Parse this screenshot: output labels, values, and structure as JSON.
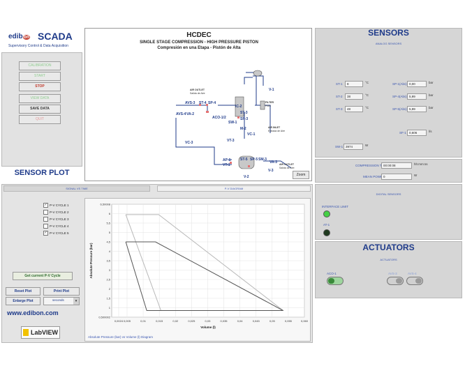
{
  "branding": {
    "logo_prefix": "edib",
    "logo_on": "on",
    "logo_scada": "SCADA",
    "subtitle": "Supervisory Control & Data Acquisition",
    "web": "www.edibon.com",
    "labview": "LabVIEW"
  },
  "controls": {
    "calibration": "CALIBRATION",
    "start": "START",
    "stop": "STOP",
    "view_data": "VIEW DATA",
    "save_data": "SAVE DATA",
    "quit": "QUIT"
  },
  "diagram": {
    "title": "HCDEC",
    "subtitle1": "SINGLE STAGE COMPRESSION - HIGH PRESSURE PISTON",
    "subtitle2": "Compresión en una Etapa - Pistón de Alta",
    "zoom": "Zoom",
    "tags": {
      "avs3": "AVS-3",
      "avs4": "AVS-4",
      "va2": "VA-2",
      "st4": "ST-4",
      "sp4": "SP-4",
      "air_outlet": "AIR OUTLET",
      "air_outlet_es": "Salida de Aire",
      "aco": "ACO-1/2",
      "ic2": "IC-2",
      "st3": "ST-3",
      "sp3": "SP-3",
      "sw1": "SW-1",
      "m2": "M-2",
      "vt3": "VT-3",
      "vc1": "VC-1",
      "vc3": "VC-3",
      "filter": "FILTER",
      "filter_es": "Filtro",
      "air_inlet": "AIR INLET",
      "air_inlet_es": "Entrada de Aire",
      "v1": "V-1",
      "ap1": "AP-1",
      "vt1": "VT-1",
      "st5": "ST-5",
      "sp5": "SP-5",
      "sm3": "SM-3",
      "va3": "VA-3",
      "v3": "V-3",
      "v2": "V-2",
      "air_outlet2": "AIR OUTLET",
      "air_outlet2_es": "Salida de Aire"
    }
  },
  "sensors": {
    "title": "SENSORS",
    "analog": "ANALOG SENSORS",
    "st1": {
      "label": "ST-1",
      "value": "8",
      "unit": "°C"
    },
    "st2": {
      "label": "ST-2",
      "value": "38",
      "unit": "°C"
    },
    "st3": {
      "label": "ST-3",
      "value": "48",
      "unit": "°C"
    },
    "sp1": {
      "label": "SP-1(Abs)",
      "value": "0,00",
      "unit": "bar"
    },
    "sp4": {
      "label": "SP-4(Abs)",
      "value": "5,99",
      "unit": "bar"
    },
    "sp5": {
      "label": "SP-5(Abs)",
      "value": "5,99",
      "unit": "bar"
    },
    "sf1": {
      "label": "SF-1",
      "value": "0,606",
      "unit": "l/s"
    },
    "sw1": {
      "label": "SW-1",
      "value": "3974",
      "unit": "W"
    },
    "comp_time": {
      "label": "COMPRESSION TIME",
      "value": "00:00:08",
      "unit": "hh:mm:ss"
    },
    "mean_power": {
      "label": "MEAN POWER",
      "value": "0",
      "unit": "W"
    },
    "digital": "DIGITAL SENSORS",
    "interface": "INTERFACE LIMIT",
    "at1": "AT-1"
  },
  "actuators": {
    "title": "ACTUATORS",
    "sub": "ACTUATORS",
    "aco1": "ACO-1",
    "avs3": "AVS-3",
    "avs4": "AVS-4"
  },
  "plot": {
    "title": "SENSOR PLOT",
    "tab1": "SIGNAL VS TIME",
    "tab2": "P-V DIAGRAM",
    "legend": [
      {
        "label": "P-V CYCLE 1",
        "checked": true
      },
      {
        "label": "P-V CYCLE 2",
        "checked": false
      },
      {
        "label": "P-V CYCLE 3",
        "checked": false
      },
      {
        "label": "P-V CYCLE 4",
        "checked": false
      },
      {
        "label": "P-V CYCLE 5",
        "checked": true
      }
    ],
    "get_cycle": "Get current P-V Cycle",
    "reset": "Reset Plot",
    "print": "Print Plot",
    "enlarge": "Enlarge Plot",
    "seconds": "seconds",
    "caption": "Absolute Pressure (bar) vs Volume (l) Diagram"
  },
  "chart_data": {
    "type": "line",
    "xlabel": "Volume (l)",
    "ylabel": "Absolute Pressure (bar)",
    "xlim": [
      0.00024,
      0.06
    ],
    "ylim": [
      0.500002,
      6.50008
    ],
    "xticks": [
      "0,0024",
      "0,005",
      "0,01",
      "0,015",
      "0,02",
      "0,025",
      "0,03",
      "0,035",
      "0,04",
      "0,045",
      "0,05",
      "0,055",
      "0,060"
    ],
    "xtick_values": [
      0.0024,
      0.005,
      0.01,
      0.015,
      0.02,
      0.025,
      0.03,
      0.035,
      0.04,
      0.045,
      0.05,
      0.055,
      0.06
    ],
    "yticks": [
      "0,500002",
      "1",
      "1,5",
      "2",
      "2,5",
      "3",
      "3,5",
      "4",
      "4,5",
      "5",
      "5,5",
      "6",
      "6,50008"
    ],
    "ytick_values": [
      0.500002,
      1,
      1.5,
      2,
      2.5,
      3,
      3.5,
      4,
      4.5,
      5,
      5.5,
      6,
      6.50008
    ],
    "grid": true,
    "series": [
      {
        "x": [
          0.0046,
          0.0148,
          0.0534,
          0.0155,
          0.0046
        ],
        "y": [
          5.95,
          5.95,
          0.85,
          0.85,
          5.95
        ],
        "color": "#b8b8b8"
      },
      {
        "x": [
          0.0046,
          0.0138,
          0.0534,
          0.0111,
          0.0046
        ],
        "y": [
          4.5,
          4.5,
          0.85,
          0.85,
          4.5
        ],
        "color": "#555555"
      }
    ]
  }
}
